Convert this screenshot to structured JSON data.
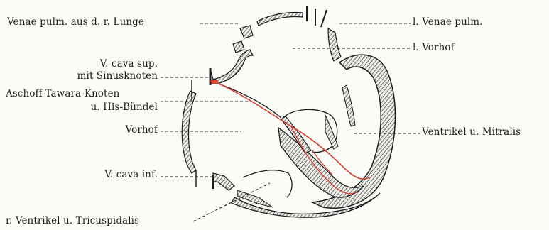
{
  "labels": {
    "venae_pulm_right_lung": "Venae pulm. aus d. r. Lunge",
    "vena_cava_sup_line1": "V. cava sup.",
    "vena_cava_sup_line2": "mit Sinusknoten",
    "aschoff_tawara_line1": "Aschoff-Tawara-Knoten",
    "aschoff_tawara_line2": "u. His-Bündel",
    "vorhof_right": "Vorhof",
    "vena_cava_inf": "V. cava inf.",
    "right_ventricle": "r. Ventrikel u. Tricuspidalis",
    "venae_pulm_left": "l. Venae pulm.",
    "vorhof_left": "l. Vorhof",
    "ventricle_mitralis": "Ventrikel u. Mitralis"
  },
  "colors": {
    "ink": "#1c1c1c",
    "hatch": "#2a2a2a",
    "conduction": "#d8402f",
    "paper": "#fbfbf8"
  }
}
